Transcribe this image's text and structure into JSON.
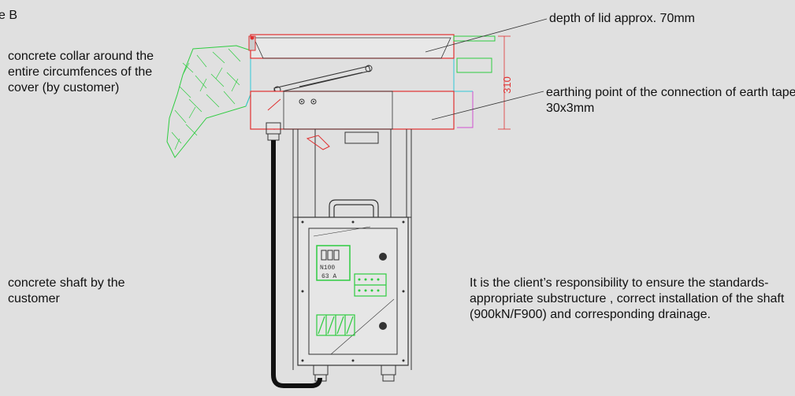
{
  "title": "e B",
  "annotations": {
    "collar": "concrete collar around the entire circumfences of the cover (by customer)",
    "shaft": "concrete shaft by the customer",
    "lid_depth": "depth of lid approx. 70mm",
    "earthing": "earthing point of the connection of earth tape 30x3mm",
    "client": "It is the client’s responsibility to ensure the standards-appropriate substructure , correct installation of the shaft (900kN/F900) and corresponding drainage."
  },
  "dimension": "310",
  "breaker_labels": [
    "N100",
    "63 A"
  ],
  "colors": {
    "background": "#e0e0e0",
    "outline": "#333333",
    "red": "#e03030",
    "green": "#2ecc40",
    "cyan": "#30c8d8",
    "magenta": "#d050d0",
    "leader": "#333333"
  }
}
